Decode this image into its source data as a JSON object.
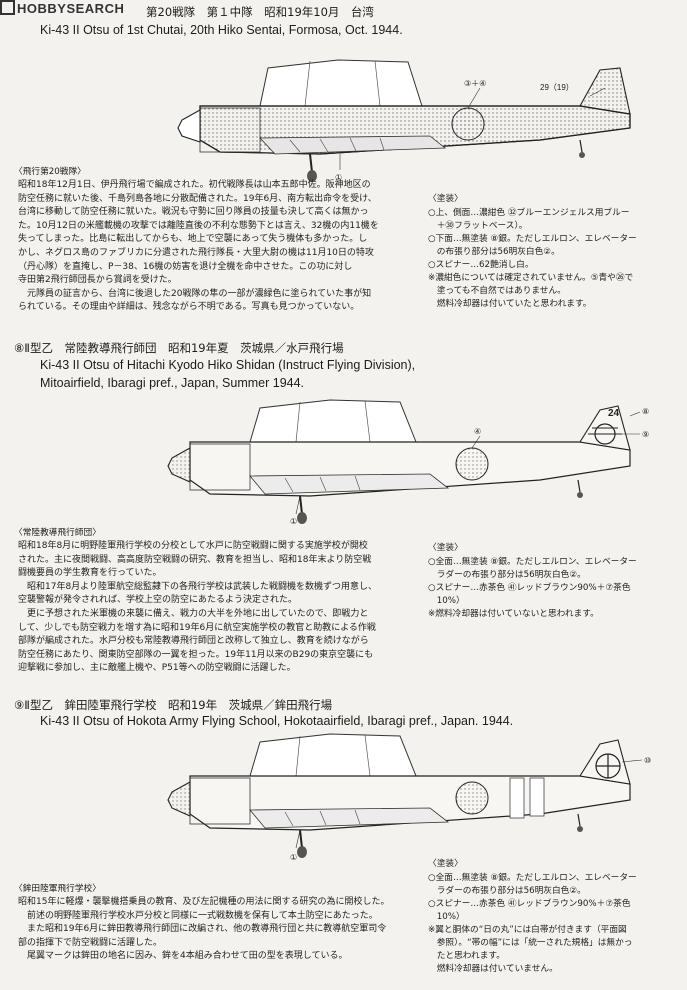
{
  "logo": {
    "text": "HOBBYSEARCH"
  },
  "profile7": {
    "title_jp": "第20戦隊　第１中隊　昭和19年10月　台湾",
    "title_en": "Ki-43 II Otsu of 1st Chutai, 20th Hiko Sentai, Formosa, Oct. 1944.",
    "callouts": [
      "③＋④",
      "29（19）",
      "①"
    ],
    "note_heading": "〈飛行第20戦隊〉",
    "note_body": "昭和18年12月1日、伊丹飛行場で編成された。初代戦隊長は山本五郎中佐。阪神地区の\n防空任務に就いた後、千島列島各地に分散配備された。19年6月、南方転出命令を受け、\n台湾に移動して防空任務に就いた。戦況も守勢に回り隊員の技量も決して高くは無かっ\nた。10月12日の米艦載機の攻撃では離陸直後の不利な態勢下とは言え、32機の内11機を\n失ってしまった。比島に転出してからも、地上で空襲にあって失う機体も多かった。し\nかし、ネグロス島のファブリカに分遣された飛行隊長・大里大尉の機は11月10日の特攻\n（丹心隊）を直掩し、P－38、16機の妨害を退け全機を命中させた。この功に対し\n寺田第2飛行師団長から賞詞を受けた。\n　元隊員の証言から、台湾に後退した20戦隊の隼の一部が濃緑色に塗られていた事が知\nられている。その理由や詳細は、残念ながら不明である。写真も見つかっていない。",
    "paint_heading": "〈塗装〉",
    "paint_body": "○上、側面…濃紺色 ㉜ブルーエンジェルス用ブルー\n　＋㉚フラットベース）。\n○下面…無塗装 ⑧銀。ただしエルロン、エレベーター\n　の布張り部分は56明灰白色②。\n○スピナー…62艶消し白。\n※濃紺色については確定されていません。⑤青や㉖で\n　塗っても不自然ではありません。\n　燃料冷却器は付いていたと思われます。"
  },
  "profile8": {
    "title_jp": "⑧Ⅱ型乙　常陸教導飛行師団　昭和19年夏　茨城県／水戸飛行場",
    "title_en1": "Ki-43 II Otsu of Hitachi Kyodo Hiko Shidan (Instruct Flying Division),",
    "title_en2": "Mitoairfield, Ibaragi pref., Japan, Summer 1944.",
    "callouts": [
      "24",
      "⑧",
      "⑨",
      "④",
      "①"
    ],
    "note_heading": "〈常陸教導飛行師団〉",
    "note_body": "昭和18年8月に明野陸軍飛行学校の分校として水戸に防空戦闘に関する実施学校が開校\nされた。主に夜間戦闘、高高度防空戦闘の研究、教育を担当し、昭和18年末より防空戦\n闘機要員の学生教育を行っていた。\n　昭和17年8月より陸軍航空総監隷下の各飛行学校は武装した戦闘機を数機ずつ用意し、\n空襲警報が発令されれば、学校上空の防空にあたるよう決定された。\n　更に予想された米軍機の来襲に備え、戦力の大半を外地に出していたので、即戦力と\nして、少しでも防空戦力を増す為に昭和19年6月に航空実施学校の教官と助教による作戦\n部隊が編成された。水戸分校も常陸教導飛行師団と改称して独立し、教育を続けながら\n防空任務にあたり、関東防空部隊の一翼を担った。19年11月以来のB29の東京空襲にも\n迎撃戦に参加し、主に敵艦上機や、P51等への防空戦闘に活躍した。",
    "paint_heading": "〈塗装〉",
    "paint_body": "○全面…無塗装 ⑧銀。ただしエルロン、エレベーター\n　ラダーの布張り部分は56明灰白色②。\n○スピナー…赤茶色 ㊶レッドブラウン90%＋⑦茶色\n　10%）\n※燃料冷却器は付いていないと思われます。"
  },
  "profile9": {
    "title_jp": "⑨Ⅱ型乙　鉾田陸軍飛行学校　昭和19年　茨城県／鉾田飛行場",
    "title_en": "Ki-43 II Otsu of Hokota Army Flying School, Hokotaairfield, Ibaragi pref., Japan. 1944.",
    "callouts": [
      "⑩",
      "①"
    ],
    "note_heading": "〈鉾田陸軍飛行学校〉",
    "note_body": "昭和15年に軽爆・襲撃機搭乗員の教育、及び左記機種の用法に関する研究の為に開校した。\n　前述の明野陸軍飛行学校水戸分校と同様に一式戦数機を保有して本土防空にあたった。\n　また昭和19年6月に鉾田教導飛行師団に改編され、他の教導飛行団と共に教導航空軍司令\n部の指揮下で防空戦闘に活躍した。\n　尾翼マークは鉾田の地名に因み、鉾を4本組み合わせて田の型を表現している。",
    "paint_heading": "〈塗装〉",
    "paint_body": "○全面…無塗装 ⑧銀。ただしエルロン、エレベーター\n　ラダーの布張り部分は56明灰白色②。\n○スピナー…赤茶色 ㊶レッドブラウン90%＋⑦茶色\n　10%）\n※翼と胴体の“日の丸”には白帯が付きます（平面図\n　参照）。“帯の幅”には「統一された規格」は無かっ\n　たと思われます。\n　燃料冷却器は付いていません。"
  }
}
